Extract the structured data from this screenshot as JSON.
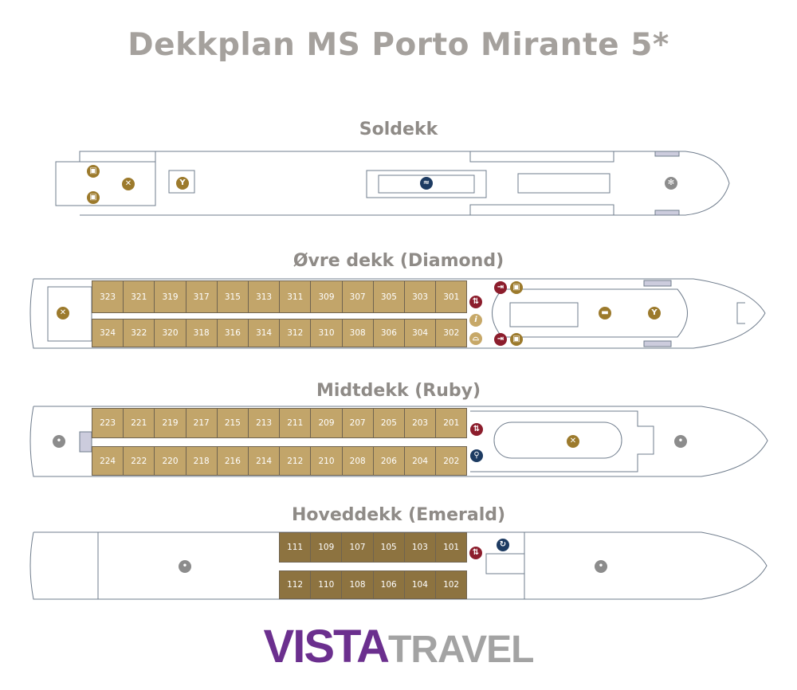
{
  "title": "Dekkplan MS Porto Mirante 5*",
  "colors": {
    "cabin_upper": "#c2a56a",
    "cabin_lower": "#8d7340",
    "exit": "#8c1d2c",
    "amenity": "#9c7a2c",
    "spa": "#1d3b62",
    "logo_vista": "#6b2f8e",
    "logo_travel": "#a3a3a3"
  },
  "decks": [
    {
      "name": "Soldekk",
      "cabins_top": [],
      "cabins_bottom": [],
      "icons": [
        "drink-icon",
        "drink-icon",
        "dining-icon",
        "bar-icon",
        "pool-icon",
        "helm-icon"
      ]
    },
    {
      "name": "Øvre dekk (Diamond)",
      "cabin_tone": "upper",
      "cabins_top": [
        "323",
        "321",
        "319",
        "317",
        "315",
        "313",
        "311",
        "309",
        "307",
        "305",
        "303",
        "301"
      ],
      "cabins_bottom": [
        "324",
        "322",
        "320",
        "318",
        "316",
        "314",
        "312",
        "310",
        "308",
        "306",
        "304",
        "302"
      ],
      "icons": [
        "dining-icon",
        "lift-icon",
        "exit-icon",
        "drink-icon",
        "info-icon",
        "reception-icon",
        "lounge-icon",
        "bar-icon"
      ]
    },
    {
      "name": "Midtdekk (Ruby)",
      "cabin_tone": "upper",
      "cabins_top": [
        "223",
        "221",
        "219",
        "217",
        "215",
        "213",
        "211",
        "209",
        "207",
        "205",
        "203",
        "201"
      ],
      "cabins_bottom": [
        "224",
        "222",
        "220",
        "218",
        "216",
        "214",
        "212",
        "210",
        "208",
        "206",
        "204",
        "202"
      ],
      "icons": [
        "anchor-icon",
        "lift-icon",
        "wc-icon",
        "restaurant-icon",
        "anchor-icon"
      ]
    },
    {
      "name": "Hoveddekk (Emerald)",
      "cabin_tone": "lower",
      "cabins_top": [
        "111",
        "109",
        "107",
        "105",
        "103",
        "101"
      ],
      "cabins_bottom": [
        "112",
        "110",
        "108",
        "106",
        "104",
        "102"
      ],
      "icons": [
        "anchor-icon",
        "lift-icon",
        "spa-icon",
        "anchor-icon"
      ]
    }
  ],
  "logo": {
    "part1": "VISTA",
    "part2": "TRAVEL"
  }
}
